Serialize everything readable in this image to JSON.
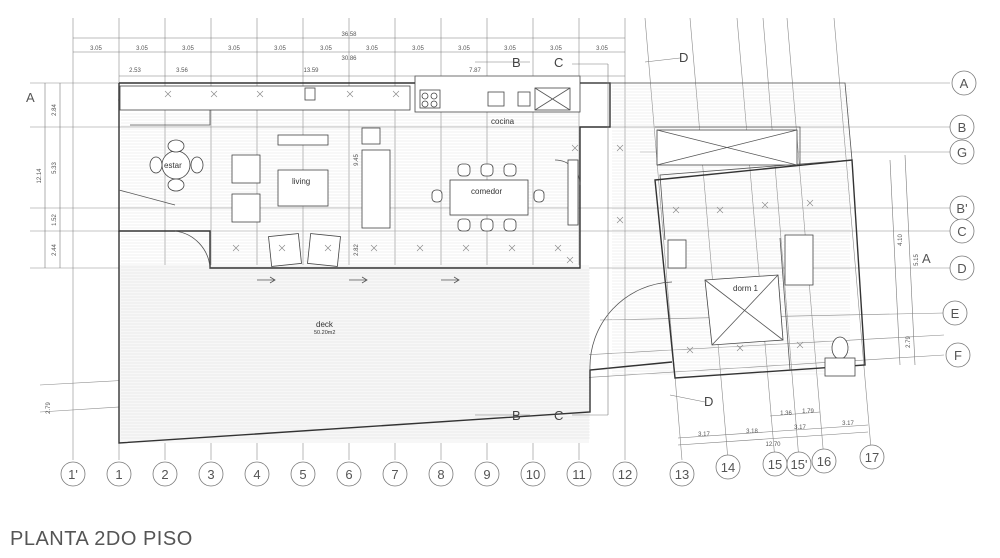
{
  "title": "PLANTA 2DO PISO",
  "bottom_axes": [
    "1'",
    "1",
    "2",
    "3",
    "4",
    "5",
    "6",
    "7",
    "8",
    "9",
    "10",
    "11",
    "12",
    "13",
    "14",
    "15",
    "15'",
    "16",
    "17"
  ],
  "right_axes": [
    "A",
    "B",
    "G",
    "B'",
    "C",
    "D",
    "E",
    "F"
  ],
  "left_axis": "A",
  "section_marks": [
    "B",
    "C",
    "D"
  ],
  "rooms": {
    "cocina": "cocina",
    "estar": "estar",
    "living": "living",
    "comedor": "comedor",
    "dorm1": "dorm 1",
    "deck": "deck",
    "deck_area": "50.20m2"
  },
  "dims_top_total": "36.58",
  "dims_top_total2": "30.86",
  "dims_top_spans": [
    "3.05",
    "3.05",
    "3.05",
    "3.05",
    "3.05",
    "3.05",
    "3.05",
    "3.05",
    "3.05",
    "3.05",
    "3.05",
    "3.05"
  ],
  "dims_top_row2": [
    "2.53",
    "3.56",
    "13.59",
    "7.87"
  ],
  "dims_left": [
    "2.84",
    "12.14",
    "5.33",
    "1.52",
    "2.44",
    "2.79"
  ],
  "dims_mid_vertical": [
    "9.45",
    "2.82"
  ],
  "dims_right_vertical": [
    "4.10",
    "5.15",
    "2.79"
  ],
  "dims_bottom_right": [
    "3.17",
    "3.18",
    "3.17",
    "3.17",
    "12.70",
    "1.36",
    "1.79"
  ]
}
